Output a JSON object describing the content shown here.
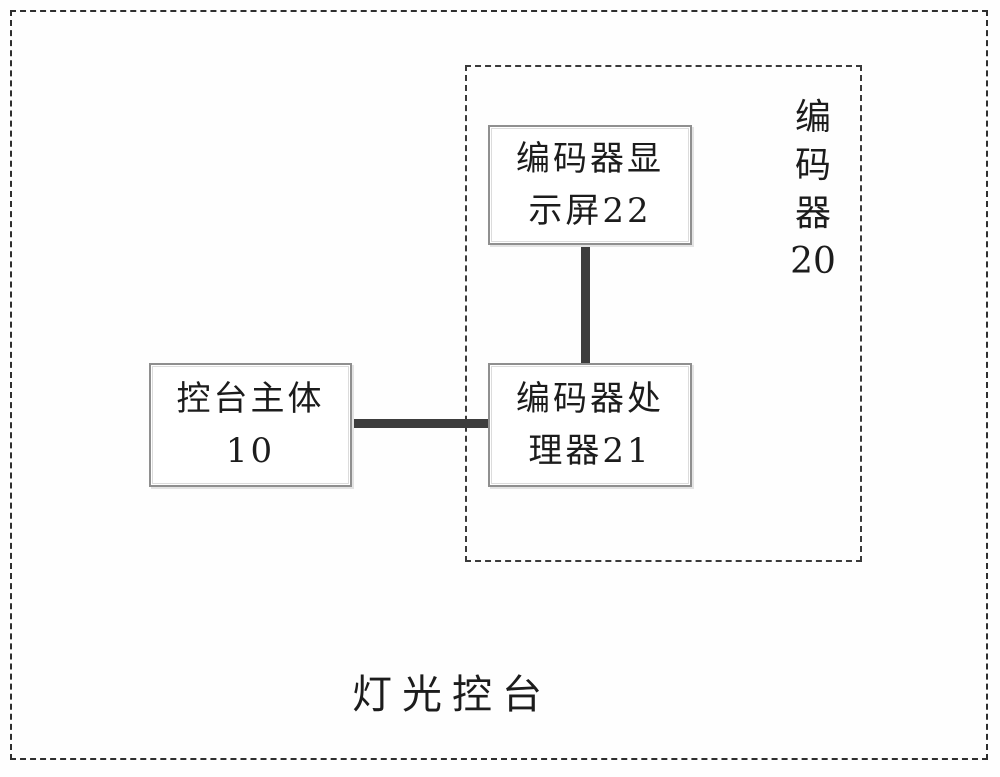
{
  "diagram": {
    "caption": "灯光控台",
    "encoder_group": {
      "label_chars": [
        "编",
        "码",
        "器"
      ],
      "number": "20"
    },
    "boxes": {
      "encoder_display": {
        "line1": "编码器显",
        "line2": "示屏22"
      },
      "encoder_processor": {
        "line1": "编码器处",
        "line2": "理器21"
      },
      "console_body": {
        "line1": "控台主体",
        "line2": "10"
      }
    },
    "colors": {
      "connector": "#3d3d3d",
      "box_border": "#8f8f8f",
      "dashed_border": "#2e2e2e",
      "text": "#1c1c1c",
      "background": "#fefefe"
    }
  }
}
